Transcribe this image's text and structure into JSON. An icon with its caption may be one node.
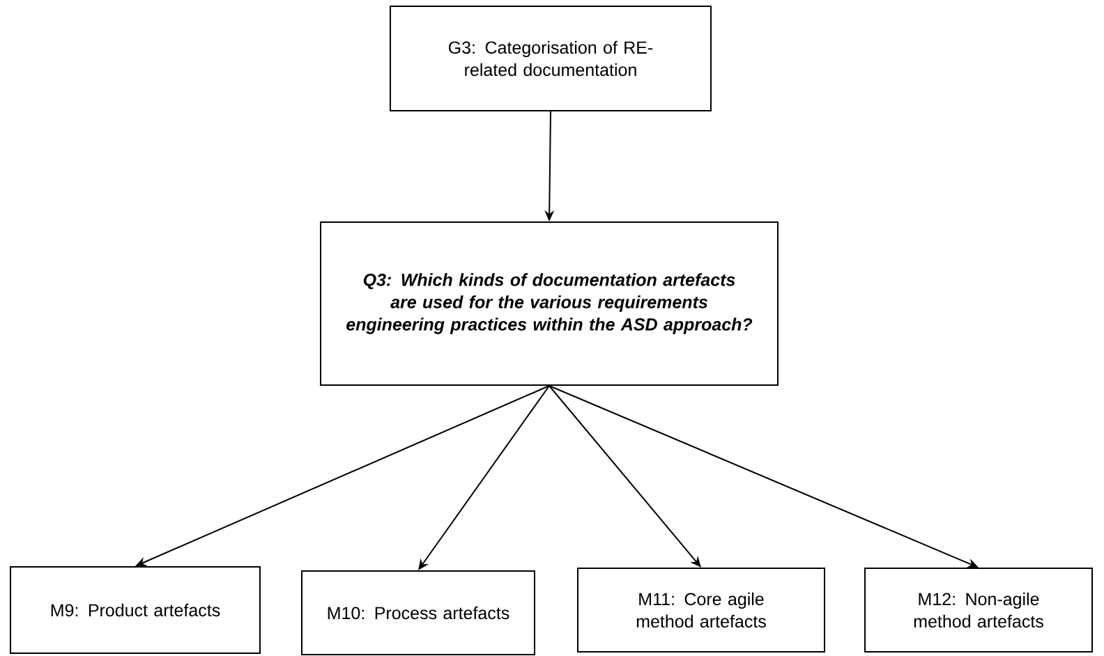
{
  "diagram": {
    "nodes": [
      {
        "text": [
          "G3: Categorisation of RE-related documentation"
        ]
      },
      {
        "text": [
          "Q3: Which kinds of documentation artefacts are used for the various requirements engineering practices within the ASD approach?"
        ]
      },
      {
        "text": [
          "M9: Product artefacts"
        ]
      },
      {
        "text": [
          "M10: Process artefacts"
        ]
      },
      {
        "text": [
          "M11: Core agile method artefacts"
        ]
      },
      {
        "text": [
          "M12: Non-agile method artefacts"
        ]
      }
    ],
    "edges": [
      {
        "from": 0,
        "to": 1,
        "arrow": "to"
      },
      {
        "from": 1,
        "to": 2,
        "arrow": "to"
      },
      {
        "from": 1,
        "to": 3,
        "arrow": "to"
      },
      {
        "from": 1,
        "to": 4,
        "arrow": "to"
      },
      {
        "from": 1,
        "to": 5,
        "arrow": "to"
      }
    ]
  }
}
